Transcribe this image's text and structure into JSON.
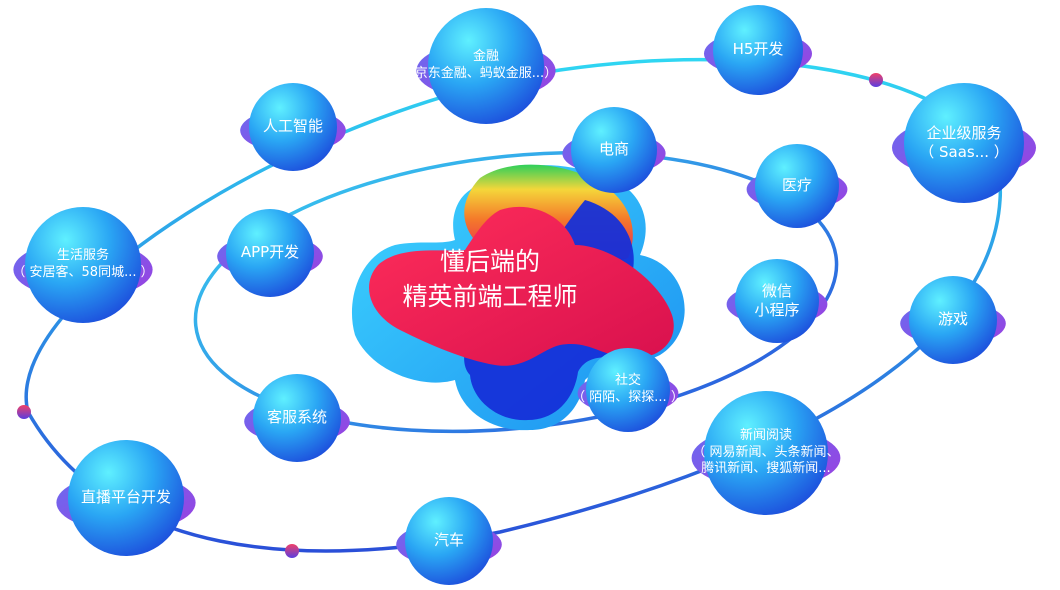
{
  "center": {
    "line1": "懂后端的",
    "line2": "精英前端工程师"
  },
  "nodes": [
    {
      "id": "jinrong",
      "lines": [
        "金融",
        "京东金融、蚂蚁金服...）"
      ]
    },
    {
      "id": "h5",
      "lines": [
        "H5开发"
      ]
    },
    {
      "id": "rengong",
      "lines": [
        "人工智能"
      ]
    },
    {
      "id": "qiye",
      "lines": [
        "企业级服务",
        "（ Saas... ）"
      ]
    },
    {
      "id": "dianshang",
      "lines": [
        "电商"
      ]
    },
    {
      "id": "yiliao",
      "lines": [
        "医疗"
      ]
    },
    {
      "id": "shenghuo",
      "lines": [
        "生活服务",
        "（ 安居客、58同城... ）"
      ]
    },
    {
      "id": "app",
      "lines": [
        "APP开发"
      ]
    },
    {
      "id": "weixin",
      "lines": [
        "微信",
        "小程序"
      ]
    },
    {
      "id": "youxi",
      "lines": [
        "游戏"
      ]
    },
    {
      "id": "shejiao",
      "lines": [
        "社交",
        "（ 陌陌、探探... ）"
      ]
    },
    {
      "id": "kefu",
      "lines": [
        "客服系统"
      ]
    },
    {
      "id": "xinwen",
      "lines": [
        "新闻阅读",
        "（ 网易新闻、头条新闻、",
        "腾讯新闻、搜狐新闻..."
      ]
    },
    {
      "id": "zhibo",
      "lines": [
        "直播平台开发"
      ]
    },
    {
      "id": "qiche",
      "lines": [
        "汽车"
      ]
    }
  ],
  "colors": {
    "orbit_outer_start": "#2fd0f0",
    "orbit_outer_end": "#2a4fd8",
    "planet_light": "#4de0ff",
    "planet_dark": "#1a46e0",
    "halo": "#8a4be8",
    "dot_start": "#f04068",
    "dot_end": "#6040d8",
    "blob_red": "#ea1654",
    "blob_blue": "#1a3ae8"
  }
}
